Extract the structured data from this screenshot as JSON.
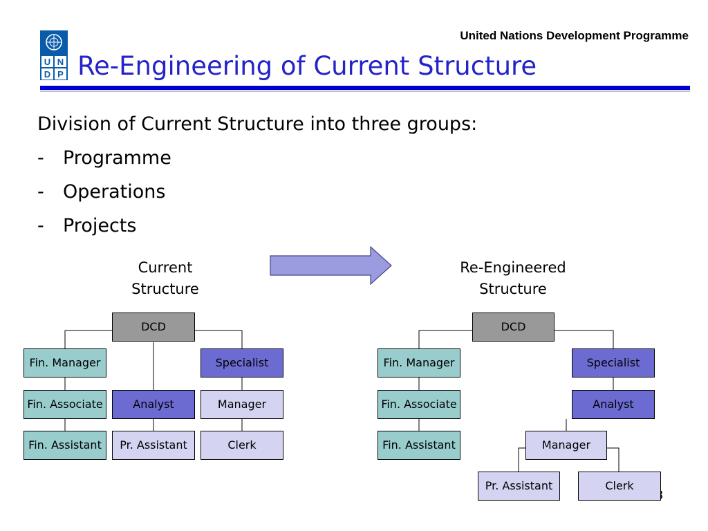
{
  "header": {
    "organization": "United Nations Development Programme",
    "title": "Re-Engineering of Current Structure",
    "logo_letters": [
      "U",
      "N",
      "D",
      "P"
    ]
  },
  "body": {
    "intro": "Division of Current Structure into three groups:",
    "bullets": [
      {
        "dash": "-",
        "text": "Programme"
      },
      {
        "dash": "-",
        "text": "Operations"
      },
      {
        "dash": "-",
        "text": "Projects"
      }
    ]
  },
  "captions": {
    "current": [
      "Current",
      "Structure"
    ],
    "reengineered": [
      "Re-Engineered",
      "Structure"
    ]
  },
  "current_structure": {
    "top": "DCD",
    "finance": [
      "Fin. Manager",
      "Fin. Associate",
      "Fin. Assistant"
    ],
    "middle": [
      "Analyst",
      "Pr. Assistant"
    ],
    "right": [
      "Specialist",
      "Manager",
      "Clerk"
    ]
  },
  "reengineered_structure": {
    "top": "DCD",
    "finance": [
      "Fin. Manager",
      "Fin. Associate",
      "Fin. Assistant"
    ],
    "right": [
      "Specialist",
      "Analyst",
      "Manager"
    ],
    "bottom": [
      "Pr. Assistant",
      "Clerk"
    ]
  },
  "colors": {
    "title": "#2323c8",
    "rule": "#0000cc",
    "dcd": "#999999",
    "finance": "#99cccc",
    "specialist": "#6b6bd2",
    "staff": "#d4d4f2",
    "arrow": "#9b9be0"
  },
  "page_number": "3"
}
